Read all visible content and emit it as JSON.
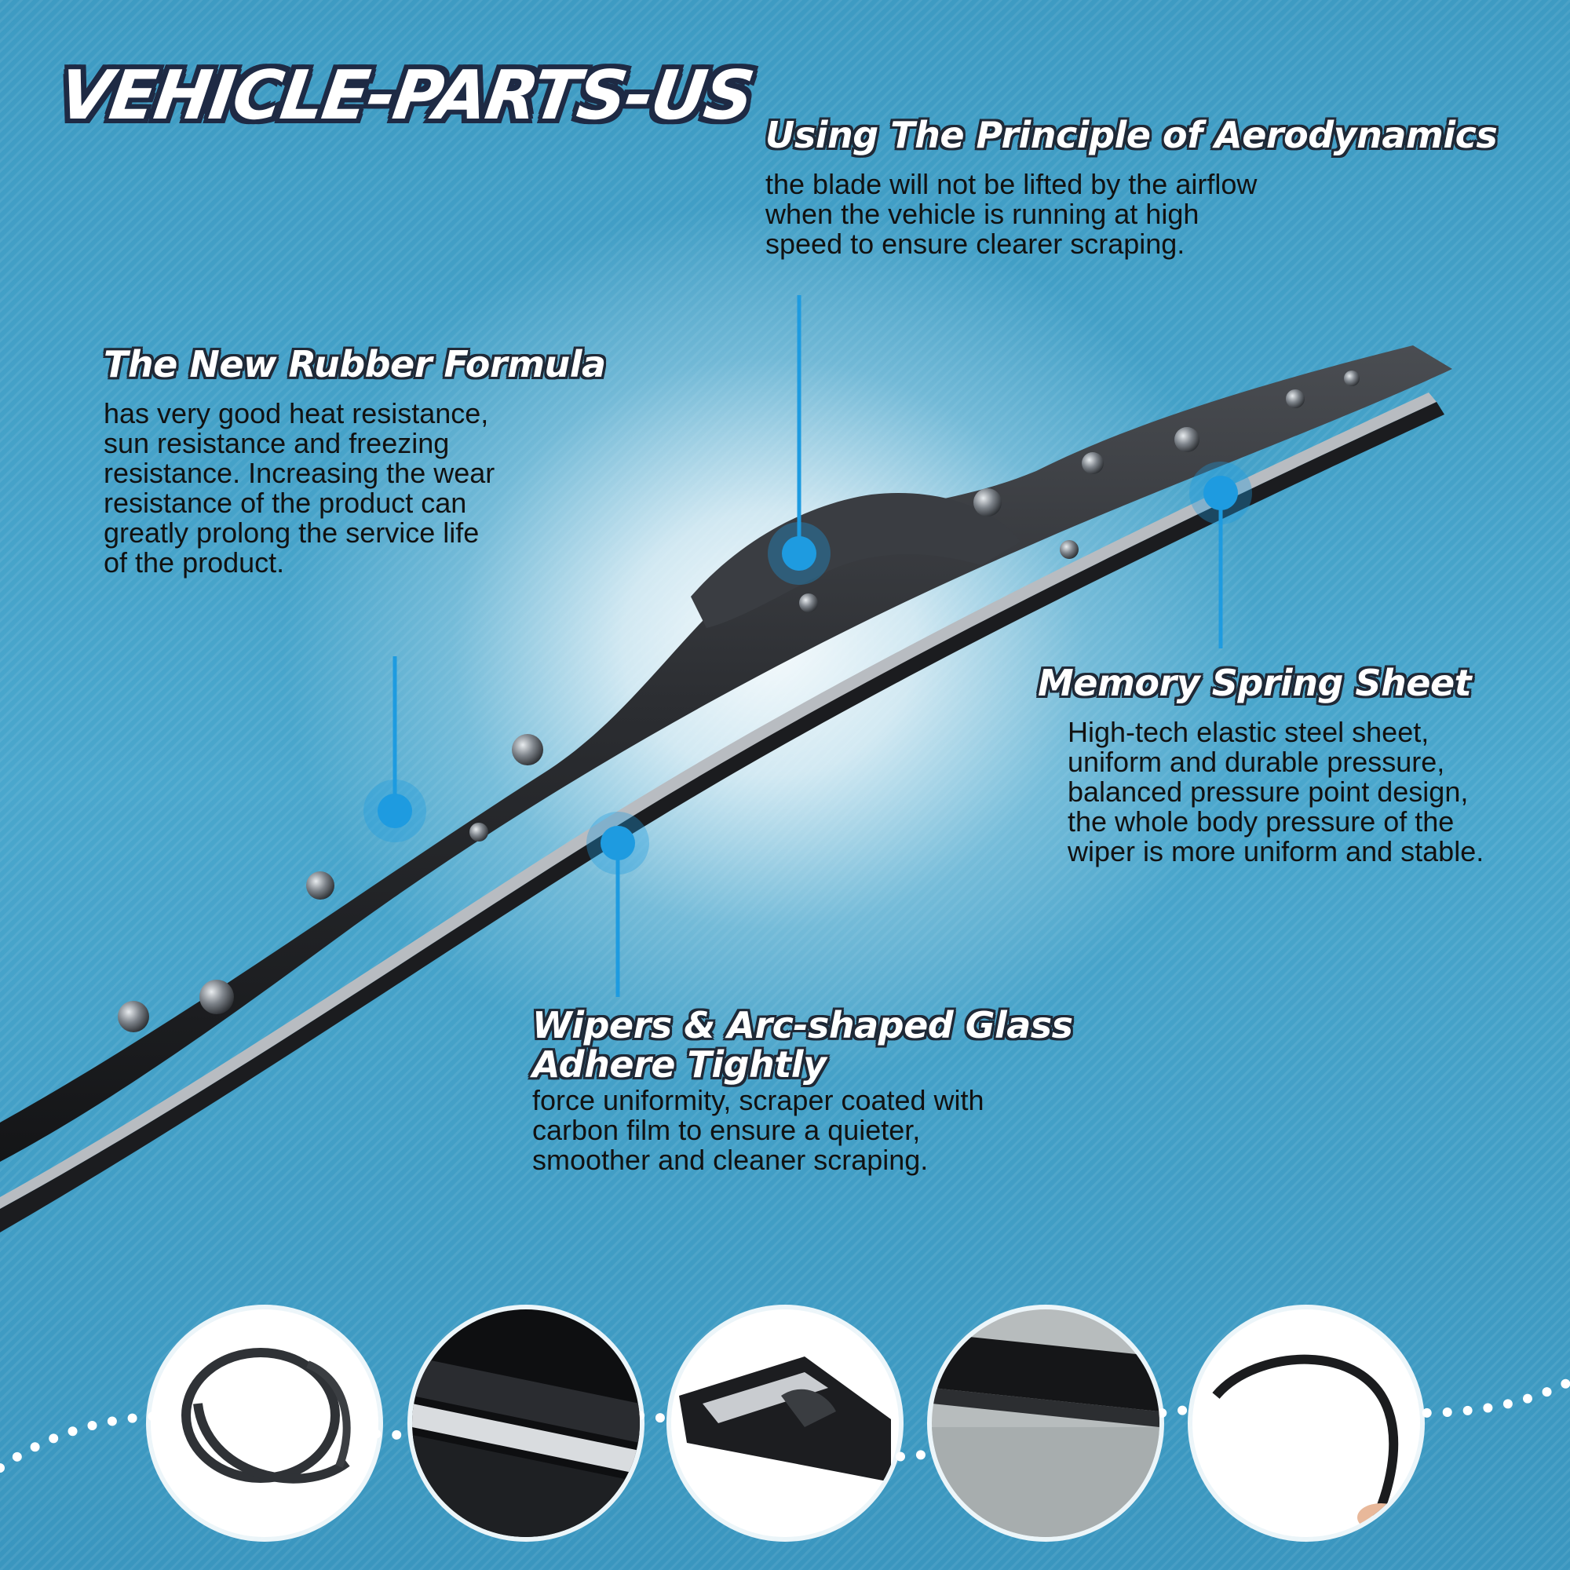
{
  "brand": {
    "name": "VEHICLE-PARTS-US"
  },
  "features": {
    "aerodynamics": {
      "title": "Using The Principle of Aerodynamics",
      "lines": [
        "the blade will not be lifted by the airflow",
        "when the vehicle is running at high",
        "speed to ensure clearer scraping."
      ]
    },
    "rubber": {
      "title": "The New Rubber Formula",
      "lines": [
        "has very good heat resistance,",
        "sun resistance and freezing",
        "resistance. Increasing the wear",
        "resistance of the product can",
        "greatly prolong the service life",
        "of the product."
      ]
    },
    "spring": {
      "title": "Memory Spring Sheet",
      "lines": [
        "High-tech elastic steel sheet,",
        "uniform and durable pressure,",
        "balanced pressure point design,",
        "the whole body pressure of the",
        "wiper is more uniform and stable."
      ]
    },
    "wipers": {
      "title_lines": [
        "Wipers & Arc-shaped Glass",
        "Adhere Tightly"
      ],
      "lines": [
        "force uniformity, scraper coated with",
        "carbon film to ensure a quieter,",
        "smoother and cleaner scraping."
      ]
    }
  },
  "colors": {
    "marker": "#1e9be0",
    "background": "#3f9ec4",
    "outline": "#1e2a44"
  },
  "icons": [
    "rubber-refill-coil-icon",
    "steel-strip-closeup-icon",
    "connector-end-icon",
    "rubber-edge-closeup-icon",
    "flexible-blade-bend-icon"
  ]
}
